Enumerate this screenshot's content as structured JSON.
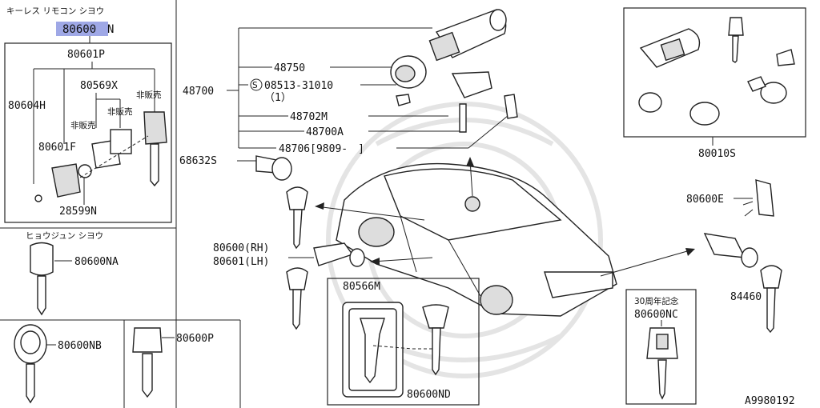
{
  "title_keyless": "キーレス リモコン シヨウ",
  "title_hyojun": "ヒョウジュン シヨウ",
  "highlight_part": "80600",
  "highlight_suffix": "N",
  "highlight_color": "#9fa8e6",
  "not_for_sale": "非販売",
  "anniversary_label": "30周年記念",
  "footer_code": "A9980192",
  "parts": {
    "p80601P": "80601P",
    "p80569X": "80569X",
    "p80604H": "80604H",
    "p80601F": "80601F",
    "p28599N": "28599N",
    "p80600NA": "80600NA",
    "p80600NB": "80600NB",
    "p80600P": "80600P",
    "p48750": "48750",
    "p48700": "48700",
    "p08513": "08513-31010",
    "p08513_qty": "（1）",
    "p48702M": "48702M",
    "p48700A": "48700A",
    "p48706": "48706[9809-　]",
    "p68632S": "68632S",
    "p80600RH": "80600(RH)",
    "p80601LH": "80601(LH)",
    "p80566M": "80566M",
    "p80600ND": "80600ND",
    "p80010S": "80010S",
    "p80600E": "80600E",
    "p84460": "84460",
    "p80600NC": "80600NC"
  }
}
